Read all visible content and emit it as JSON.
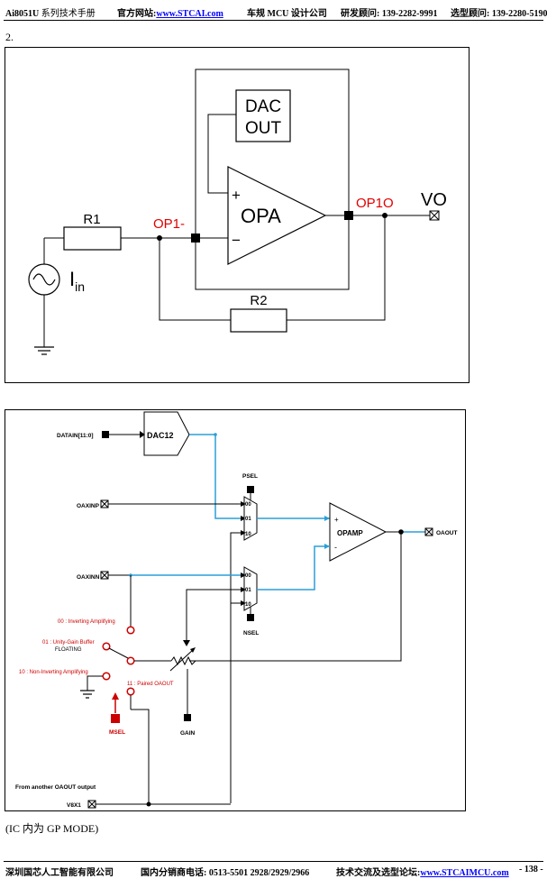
{
  "header": {
    "title": "Ai8051U",
    "manual": "系列技术手册",
    "site_label": "官方网站:",
    "site_url": "www.STCAI.com",
    "slogan": "车规 MCU 设计公司",
    "rd_contact": "研发顾问: 139-2282-9991",
    "sel_contact": "选型顾问: 139-2280-5190"
  },
  "paragraph_number": "2.",
  "figure1": {
    "dac_line1": "DAC",
    "dac_line2": "OUT",
    "opa": "OPA",
    "plus": "+",
    "minus": "−",
    "r1": "R1",
    "r2": "R2",
    "op1_minus": "OP1-",
    "op1o": "OP1O",
    "vo": "VO",
    "iin_main": "I",
    "iin_sub": "in"
  },
  "figure2": {
    "datain": "DATAIN[11:0]",
    "dac12": "DAC12",
    "psel": "PSEL",
    "nsel": "NSEL",
    "mux_00": "00",
    "mux_01": "01",
    "mux_10": "10",
    "oaxinp": "OAXINP",
    "oaxinn": "OAXINN",
    "opamp": "OPAMP",
    "plus": "+",
    "minus": "-",
    "oaout": "OAOUT",
    "mode_00": "00 : Inverting Amplifying",
    "mode_01": "01 : Unity-Gain Buffer",
    "floating": "FLOATING",
    "mode_10": "10 : Non-Inverting Amplifying",
    "mode_11": "11 : Paired OAOUT",
    "msel": "MSEL",
    "gain": "GAIN",
    "from_another": "From another OAOUT output",
    "v8x1": "V8X1",
    "colors": {
      "signal": "#2a9fd8",
      "select": "#cc0000",
      "wire": "#000000"
    }
  },
  "caption": "(IC 内为  GP MODE)",
  "footer": {
    "company": "深圳国芯人工智能有限公司",
    "phone": "国内分销商电话: 0513-5501 2928/2929/2966",
    "forum_label": "技术交流及选型论坛:",
    "forum_url": "www.STCAIMCU.com",
    "page": "- 138 -"
  }
}
